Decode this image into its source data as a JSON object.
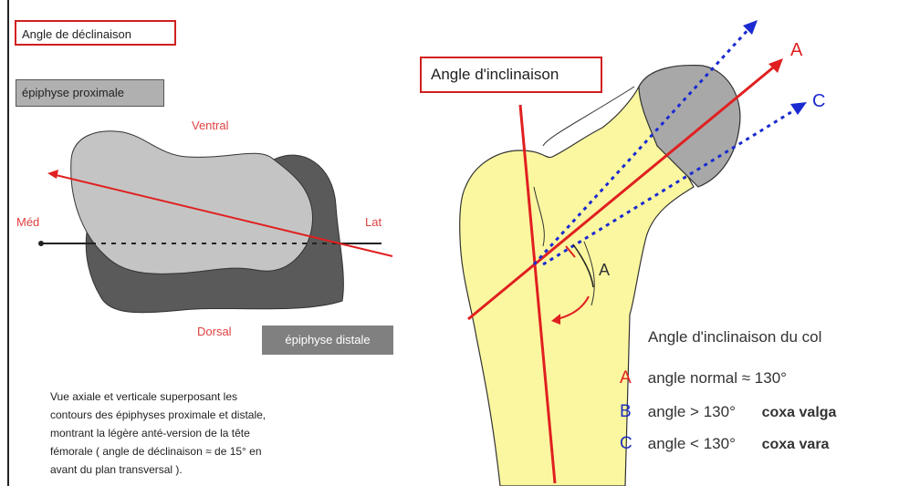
{
  "left": {
    "title": "Angle de déclinaison",
    "epiphyse_proximale": "épiphyse proximale",
    "epiphyse_distale": "épiphyse distale",
    "ventral": "Ventral",
    "dorsal": "Dorsal",
    "medial": "Méd",
    "lateral": "Lat",
    "caption": [
      "Vue axiale et verticale superposant les",
      "contours des épiphyses proximale et distale,",
      "montrant la légère anté-version de la tête",
      "fémorale ( angle de déclinaison ≈ de 15° en",
      "avant du plan transversal )."
    ]
  },
  "right": {
    "title": "Angle d'inclinaison",
    "angle_marker": "A",
    "axis_labels": {
      "A": "A",
      "C": "C"
    },
    "legend_title": "Angle d'inclinaison du col",
    "legend": [
      {
        "letter": "A",
        "text": "angle normal ≈ 130°",
        "term": "",
        "color": "#e02020"
      },
      {
        "letter": "B",
        "text": "angle > 130°",
        "term": "coxa valga",
        "color": "#2030c0"
      },
      {
        "letter": "C",
        "text": "angle < 130°",
        "term": "coxa vara",
        "color": "#2030c0"
      }
    ]
  },
  "colors": {
    "red": "#e02020",
    "blue": "#1a2ad0",
    "bone_yellow": "#fbf7a0",
    "head_gray": "#a8a8a8",
    "light_gray": "#c4c4c4",
    "dark_gray": "#5a5a5a"
  }
}
